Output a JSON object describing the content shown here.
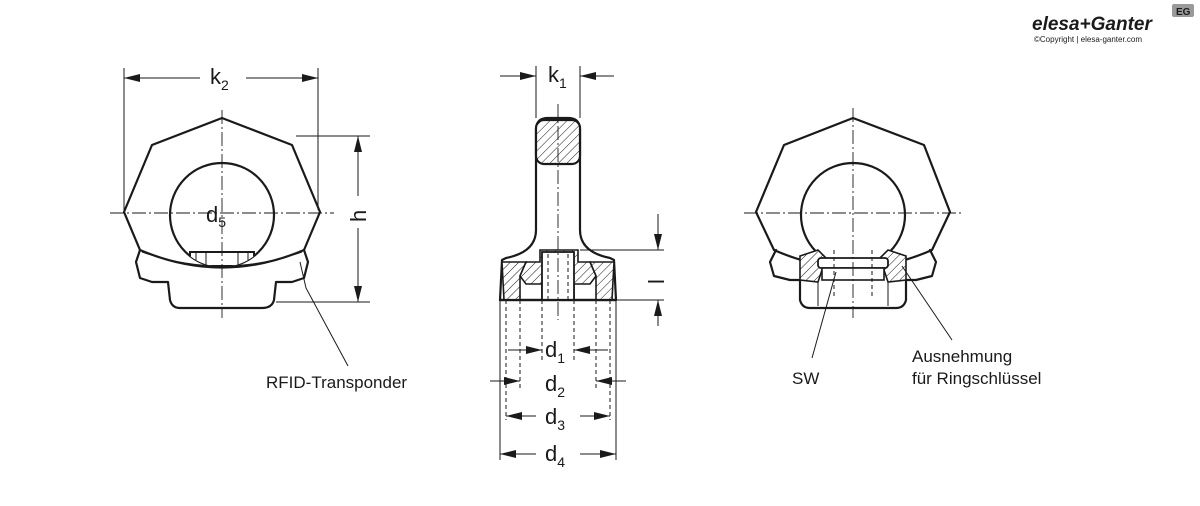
{
  "brand": {
    "name": "elesa+Ganter",
    "copyright": "©Copyright | elesa-ganter.com",
    "badge": "EG"
  },
  "dimensions": {
    "k1": {
      "base": "k",
      "sub": "1"
    },
    "k2": {
      "base": "k",
      "sub": "2"
    },
    "h": {
      "base": "h"
    },
    "l": {
      "base": "l"
    },
    "d1": {
      "base": "d",
      "sub": "1"
    },
    "d2": {
      "base": "d",
      "sub": "2"
    },
    "d3": {
      "base": "d",
      "sub": "3"
    },
    "d4": {
      "base": "d",
      "sub": "4"
    },
    "d5": {
      "base": "d",
      "sub": "5"
    }
  },
  "notes": {
    "rfid": "RFID-Transponder",
    "sw": "SW",
    "recess_line1": "Ausnehmung",
    "recess_line2": "für Ringschlüssel"
  }
}
